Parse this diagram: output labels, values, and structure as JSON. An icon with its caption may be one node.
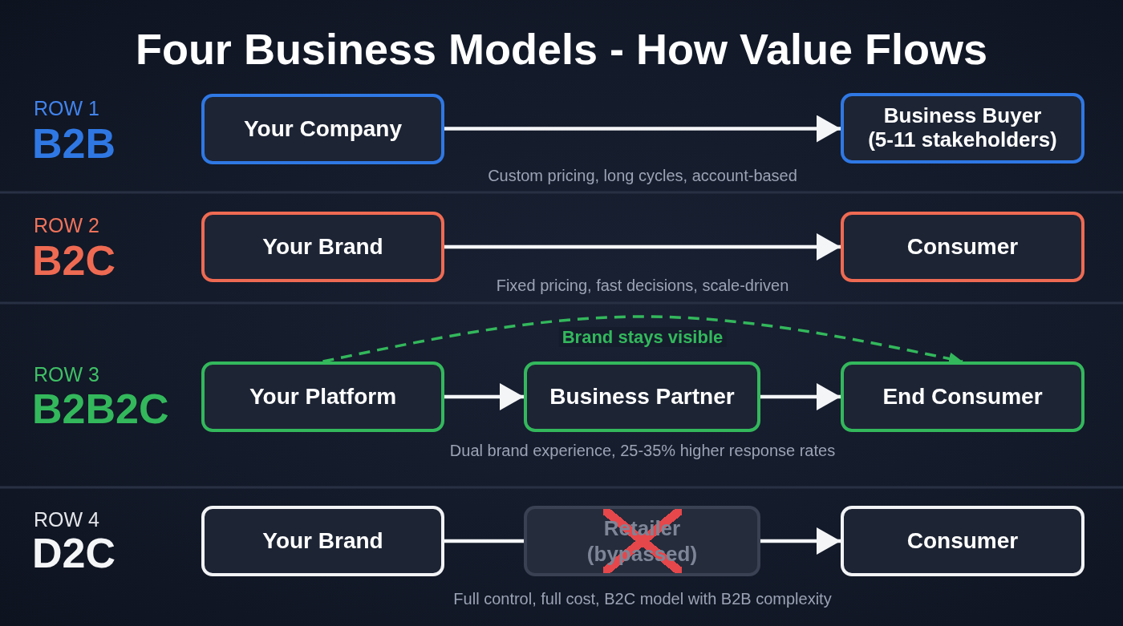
{
  "diagram": {
    "title": "Four Business Models - How Value Flows",
    "nodes": [
      {
        "text": [
          "Your Company"
        ]
      },
      {
        "text": [
          "Business Buyer (5-11 stakeholders)"
        ]
      },
      {
        "text": [
          "Your Brand"
        ]
      },
      {
        "text": [
          "Consumer"
        ]
      },
      {
        "text": [
          "Your Platform"
        ]
      },
      {
        "text": [
          "Business Partner"
        ]
      },
      {
        "text": [
          "End Consumer"
        ]
      },
      {
        "text": [
          "Your Brand"
        ]
      },
      {
        "text": [
          "Retailer (bypassed)"
        ]
      },
      {
        "text": [
          "Consumer"
        ]
      }
    ],
    "edges": [
      {
        "from": 0,
        "to": 1,
        "arrow": "to"
      },
      {
        "from": 2,
        "to": 3,
        "arrow": "to"
      },
      {
        "from": 4,
        "to": 5,
        "arrow": "to"
      },
      {
        "from": 5,
        "to": 6,
        "arrow": "to"
      },
      {
        "from": 4,
        "to": 6,
        "arrow": "to",
        "label": "Brand stays visible",
        "style": "dashed",
        "color": "#33b85c"
      },
      {
        "from": 7,
        "to": 8,
        "arrow": "none"
      },
      {
        "from": 8,
        "to": 9,
        "arrow": "to"
      }
    ],
    "labels": [
      "ROW 1",
      "B2B",
      "Custom pricing, long cycles, account-based",
      "ROW 2",
      "B2C",
      "Fixed pricing, fast decisions, scale-driven",
      "ROW 3",
      "B2B2C",
      "Dual brand experience, 25-35% higher response rates",
      "ROW 4",
      "D2C",
      "Full control, full cost, B2C model with B2B complexity"
    ]
  }
}
